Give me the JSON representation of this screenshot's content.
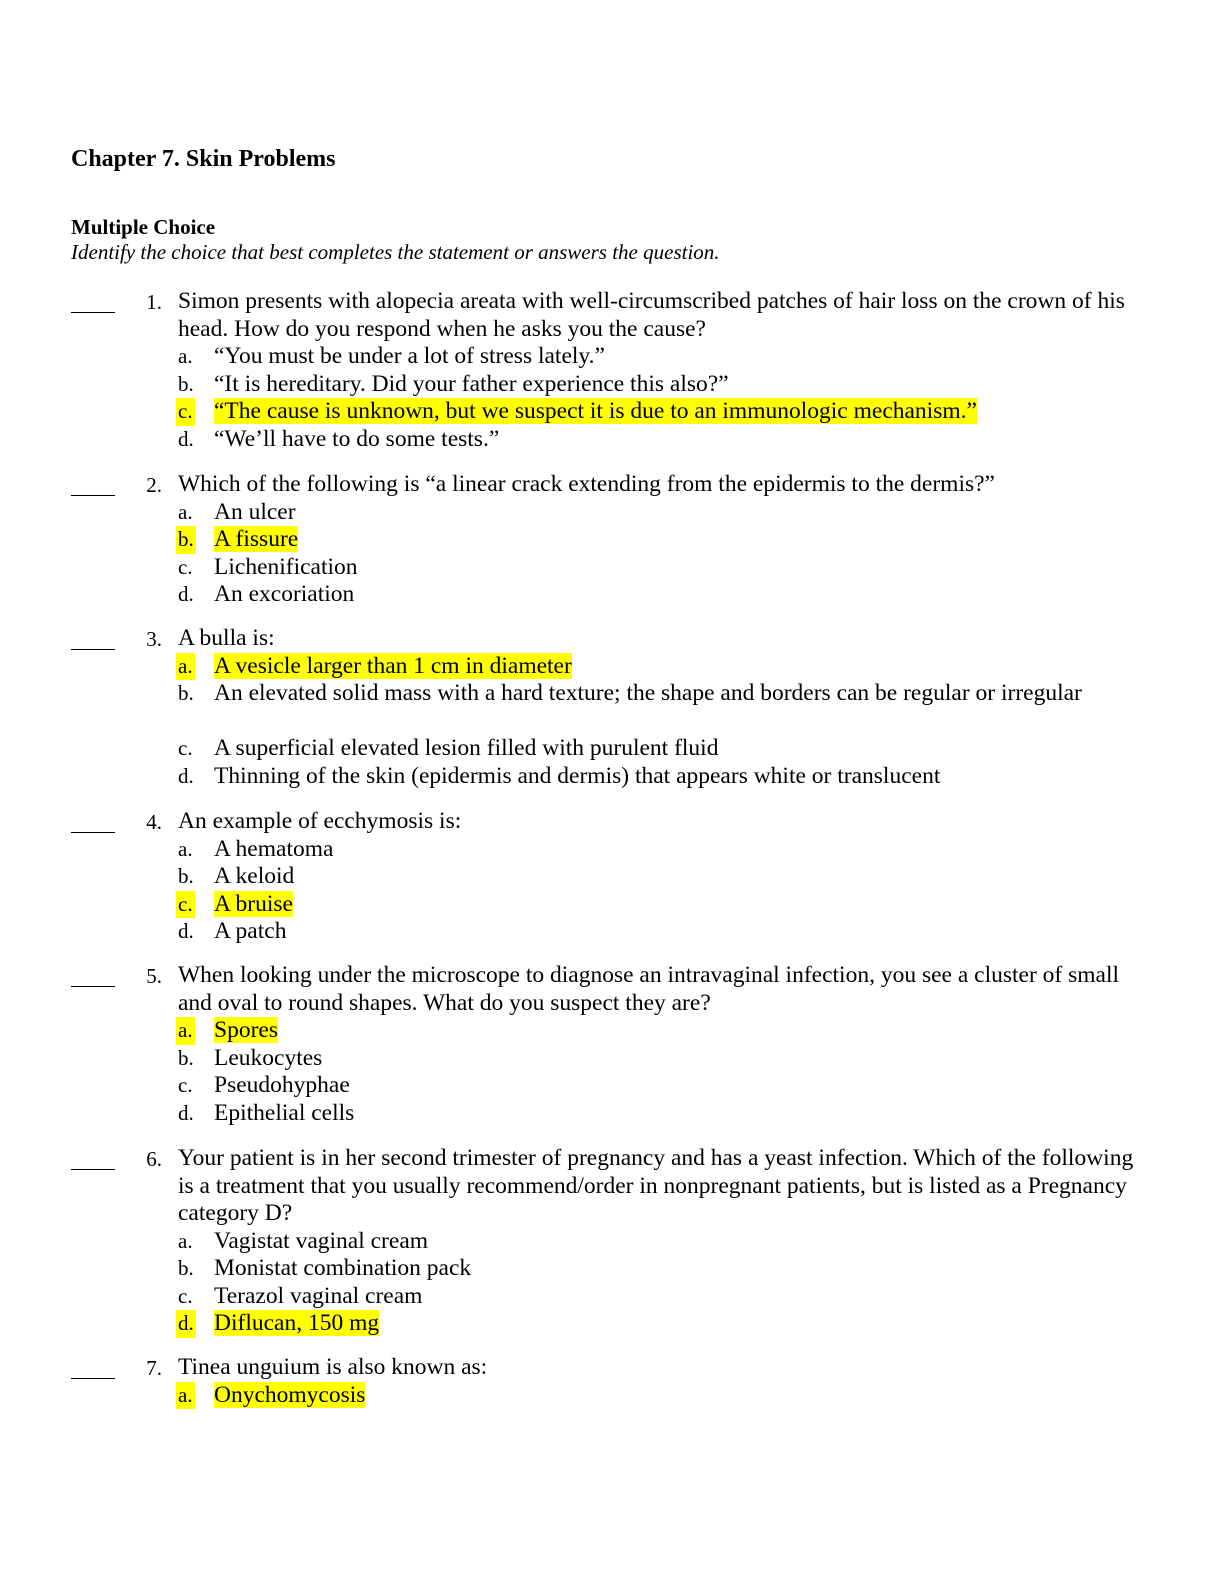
{
  "document": {
    "chapter_title": "Chapter 7. Skin Problems",
    "section_title": "Multiple Choice",
    "instructions": "Identify the choice that best completes the statement or answers the question."
  },
  "questions": [
    {
      "number": "1.",
      "text": "Simon presents with alopecia areata with well-circumscribed patches of hair loss on the crown of his head. How do you respond when he asks you the cause?",
      "choices": [
        {
          "letter": "a.",
          "text": "“You must be under a lot of stress lately.”",
          "highlighted": false
        },
        {
          "letter": "b.",
          "text": "“It is hereditary. Did your father experience this also?”",
          "highlighted": false
        },
        {
          "letter": "c.",
          "text": "“The cause is unknown, but we suspect it is due to an immunologic mechanism.”",
          "highlighted": true
        },
        {
          "letter": "d.",
          "text": "“We’ll have to do some tests.”",
          "highlighted": false
        }
      ]
    },
    {
      "number": "2.",
      "text": "Which of the following is “a linear crack extending from the epidermis to the dermis?”",
      "choices": [
        {
          "letter": "a.",
          "text": "An ulcer",
          "highlighted": false
        },
        {
          "letter": "b.",
          "text": "A fissure",
          "highlighted": true
        },
        {
          "letter": "c.",
          "text": "Lichenification",
          "highlighted": false
        },
        {
          "letter": "d.",
          "text": "An excoriation",
          "highlighted": false
        }
      ]
    },
    {
      "number": "3.",
      "text": "A bulla is:",
      "choices": [
        {
          "letter": "a.",
          "text": "A vesicle larger than 1 cm in diameter",
          "highlighted": true
        },
        {
          "letter": "b.",
          "text": "An elevated solid mass with a hard texture; the shape and borders can be regular or irregular",
          "highlighted": false
        },
        {
          "letter": "c.",
          "text": "A superficial elevated lesion filled with purulent fluid",
          "highlighted": false
        },
        {
          "letter": "d.",
          "text": "Thinning of the skin (epidermis and dermis) that appears white or translucent",
          "highlighted": false
        }
      ]
    },
    {
      "number": "4.",
      "text": "An example of ecchymosis is:",
      "choices": [
        {
          "letter": "a.",
          "text": "A hematoma",
          "highlighted": false
        },
        {
          "letter": "b.",
          "text": "A keloid",
          "highlighted": false
        },
        {
          "letter": "c.",
          "text": "A bruise",
          "highlighted": true
        },
        {
          "letter": "d.",
          "text": "A patch",
          "highlighted": false
        }
      ]
    },
    {
      "number": "5.",
      "text": "When looking under the microscope to diagnose an intravaginal infection, you see a cluster of small and oval to round shapes. What do you suspect they are?",
      "choices": [
        {
          "letter": "a.",
          "text": "Spores",
          "highlighted": true
        },
        {
          "letter": "b.",
          "text": "Leukocytes",
          "highlighted": false
        },
        {
          "letter": "c.",
          "text": "Pseudohyphae",
          "highlighted": false
        },
        {
          "letter": "d.",
          "text": "Epithelial cells",
          "highlighted": false
        }
      ]
    },
    {
      "number": "6.",
      "text": "Your patient is in her second trimester of pregnancy and has a yeast infection. Which of the following is a treatment that you usually recommend/order in nonpregnant patients, but is listed as a Pregnancy category D?",
      "choices": [
        {
          "letter": "a.",
          "text": "Vagistat vaginal cream",
          "highlighted": false
        },
        {
          "letter": "b.",
          "text": "Monistat combination pack",
          "highlighted": false
        },
        {
          "letter": "c.",
          "text": "Terazol vaginal cream",
          "highlighted": false
        },
        {
          "letter": "d.",
          "text": "Diflucan, 150 mg",
          "highlighted": true
        }
      ]
    },
    {
      "number": "7.",
      "text": "Tinea unguium is also known as:",
      "choices": [
        {
          "letter": "a.",
          "text": "Onychomycosis",
          "highlighted": true
        }
      ]
    }
  ],
  "colors": {
    "highlight": "#ffff00",
    "text": "#000000",
    "page": "#ffffff"
  }
}
